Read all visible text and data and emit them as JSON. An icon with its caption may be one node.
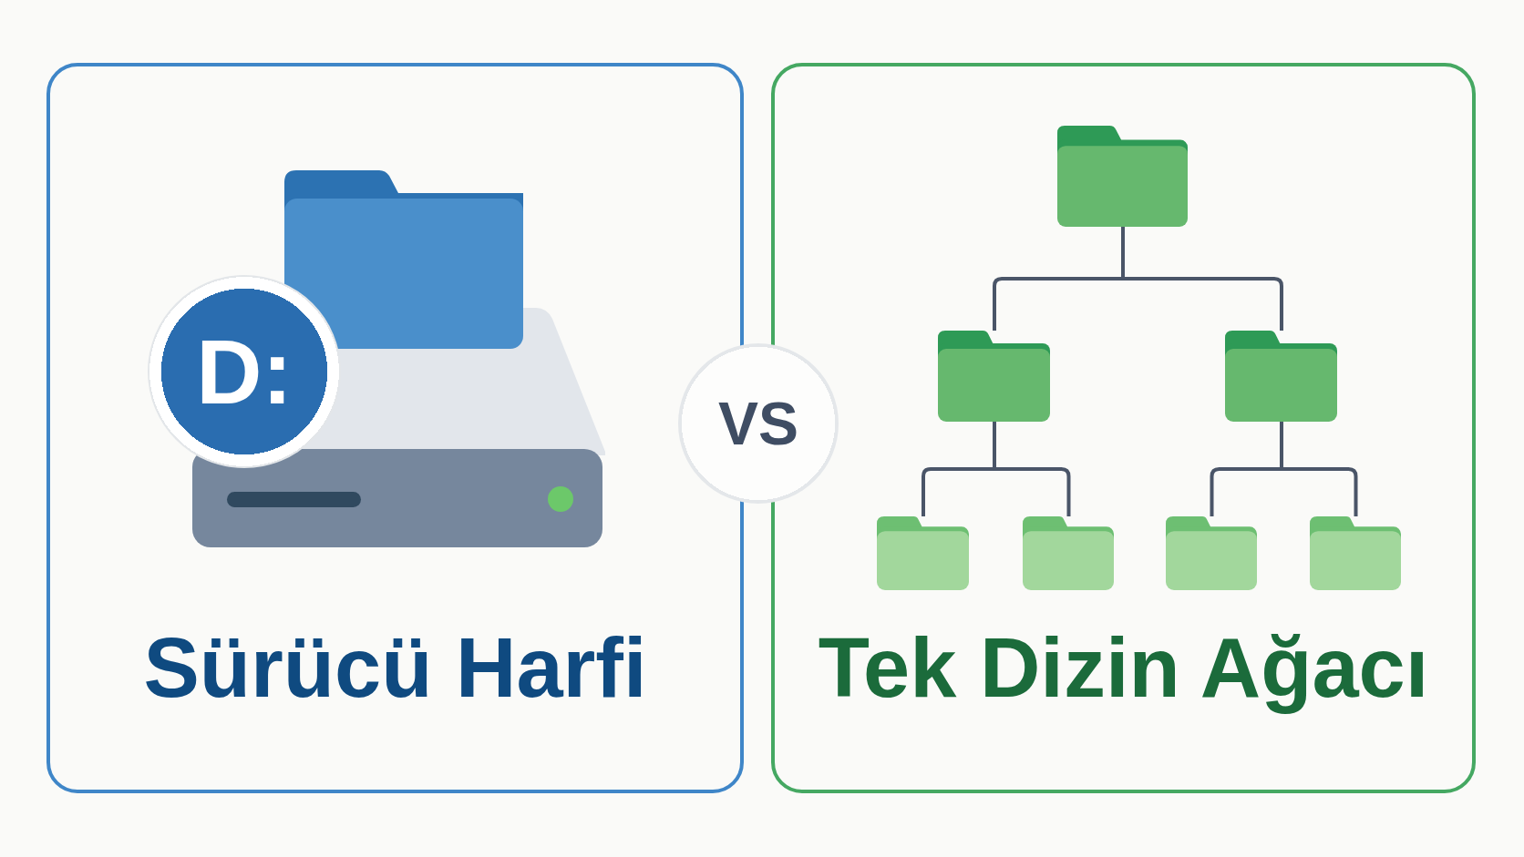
{
  "diagram": {
    "nodes": [
      {
        "text": [
          "Sürücü Harfi"
        ]
      },
      {
        "text": [
          "D:"
        ],
        "in": 0
      },
      {
        "text": [
          "VS"
        ]
      },
      {
        "text": [
          "Tek Dizin Ağacı"
        ]
      },
      {
        "text": [],
        "shape": "folder",
        "in": 3
      },
      {
        "text": [],
        "shape": "folder",
        "in": 3
      },
      {
        "text": [],
        "shape": "folder",
        "in": 3
      },
      {
        "text": [],
        "shape": "folder",
        "in": 3
      },
      {
        "text": [],
        "shape": "folder",
        "in": 3
      },
      {
        "text": [],
        "shape": "folder",
        "in": 3
      },
      {
        "text": [],
        "shape": "folder",
        "in": 3
      }
    ],
    "edges": [
      {
        "from": 4,
        "to": 5,
        "arrow": "none"
      },
      {
        "from": 4,
        "to": 6,
        "arrow": "none"
      },
      {
        "from": 5,
        "to": 7,
        "arrow": "none"
      },
      {
        "from": 5,
        "to": 8,
        "arrow": "none"
      },
      {
        "from": 6,
        "to": 9,
        "arrow": "none"
      },
      {
        "from": 6,
        "to": 10,
        "arrow": "none"
      }
    ]
  }
}
